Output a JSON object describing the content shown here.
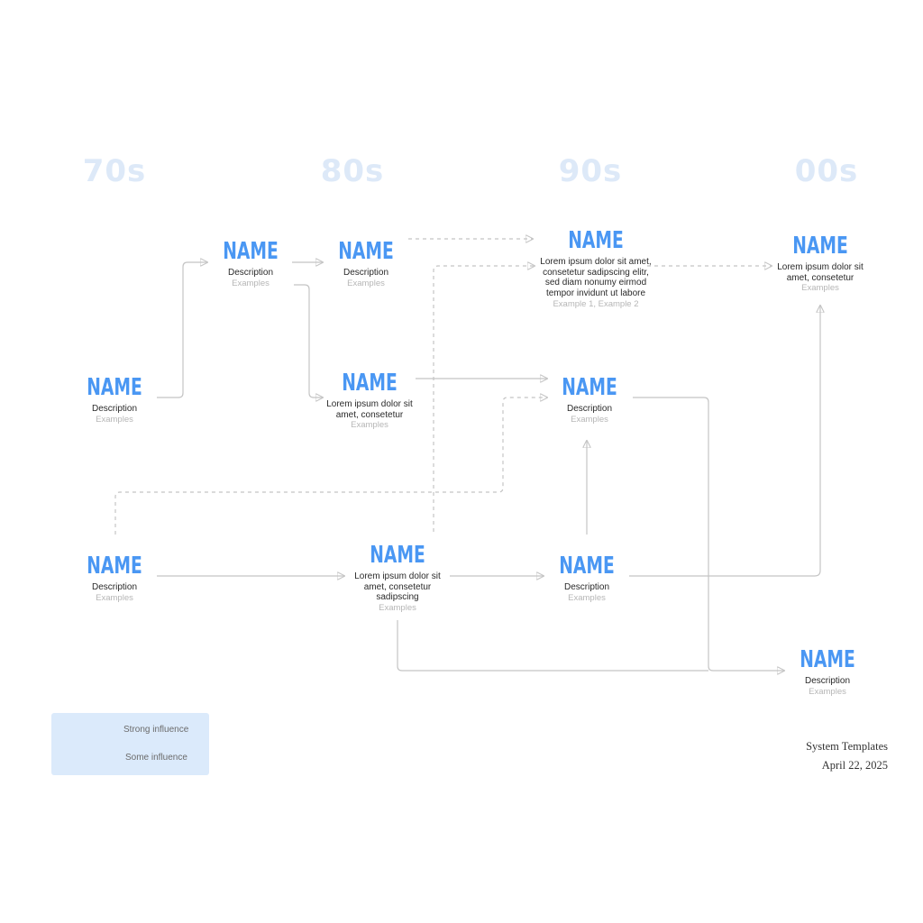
{
  "decades": [
    "70s",
    "80s",
    "90s",
    "00s"
  ],
  "nodes": {
    "n70_mid": {
      "name": "NAME",
      "desc": "Description",
      "examples": "Examples"
    },
    "n70_low": {
      "name": "NAME",
      "desc": "Description",
      "examples": "Examples"
    },
    "n80a_top": {
      "name": "NAME",
      "desc": "Description",
      "examples": "Examples"
    },
    "n80b_top": {
      "name": "NAME",
      "desc": "Description",
      "examples": "Examples"
    },
    "n80_mid": {
      "name": "NAME",
      "desc": "Lorem ipsum dolor sit amet, consetetur",
      "examples": "Examples"
    },
    "n80_low": {
      "name": "NAME",
      "desc": "Lorem ipsum dolor sit amet, consetetur sadipscing",
      "examples": "Examples"
    },
    "n90_top": {
      "name": "NAME",
      "desc": "Lorem ipsum dolor sit amet, consetetur sadipscing elitr, sed diam nonumy eirmod tempor invidunt ut labore",
      "examples": "Example 1, Example 2"
    },
    "n90_mid": {
      "name": "NAME",
      "desc": "Description",
      "examples": "Examples"
    },
    "n90_low": {
      "name": "NAME",
      "desc": "Description",
      "examples": "Examples"
    },
    "n00_top": {
      "name": "NAME",
      "desc": "Lorem ipsum dolor sit amet, consetetur",
      "examples": "Examples"
    },
    "n00_bottom": {
      "name": "NAME",
      "desc": "Description",
      "examples": "Examples"
    }
  },
  "legend": {
    "strong": "Strong influence",
    "some": "Some influence"
  },
  "footer": {
    "title": "System Templates",
    "date": "April 22, 2025"
  },
  "colors": {
    "accent": "#4a97f3",
    "decade": "#dde9f8",
    "connector": "#c4c4c4",
    "legend_bg": "#dbeafb"
  }
}
